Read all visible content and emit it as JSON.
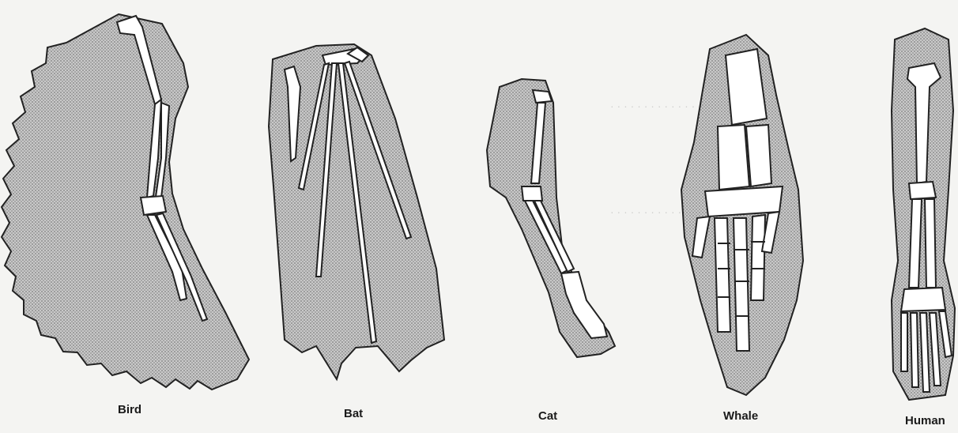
{
  "labels": {
    "bird": "Bird",
    "bat": "Bat",
    "cat": "Cat",
    "whale": "Whale",
    "human": "Human"
  },
  "colors": {
    "background": "#f4f4f2",
    "stipple": "#9a9a9a",
    "outline": "#222222",
    "bone": "#ffffff"
  }
}
